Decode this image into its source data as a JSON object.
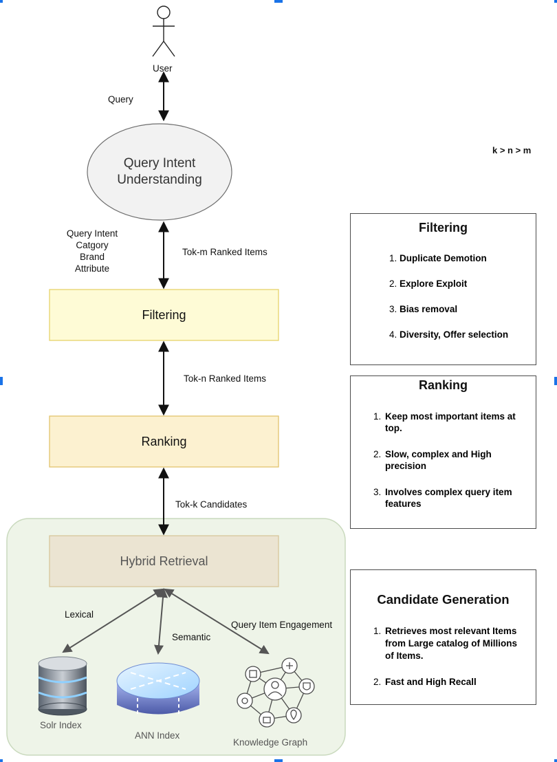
{
  "user": {
    "label": "User"
  },
  "edge_labels": {
    "query": "Query",
    "intent_lines": [
      "Query Intent",
      "Catgory",
      "Brand",
      "Attribute"
    ],
    "tok_m": "Tok-m Ranked Items",
    "tok_n": "Tok-n Ranked Items",
    "tok_k": "Tok-k Candidates",
    "lexical": "Lexical",
    "semantic": "Semantic",
    "engagement": "Query Item Engagement"
  },
  "nodes": {
    "query_intent_lines": [
      "Query Intent",
      "Understanding"
    ],
    "filtering": "Filtering",
    "ranking": "Ranking",
    "hybrid_retrieval": "Hybrid Retrieval"
  },
  "sources": {
    "solr": "Solr Index",
    "ann": "ANN Index",
    "kg": "Knowledge Graph"
  },
  "inequality": "k > n > m",
  "panels": {
    "filtering": {
      "title": "Filtering",
      "items": [
        {
          "n": "1.",
          "text": "Duplicate Demotion"
        },
        {
          "n": "2.",
          "text": "Explore Exploit"
        },
        {
          "n": "3.",
          "text": "Bias removal"
        },
        {
          "n": "4.",
          "text": "Diversity, Offer selection"
        }
      ]
    },
    "ranking": {
      "title": "Ranking",
      "items": [
        {
          "n": "1.",
          "lines": [
            "Keep most important items at",
            "top."
          ]
        },
        {
          "n": "2.",
          "lines": [
            "Slow, complex and High",
            "precision"
          ]
        },
        {
          "n": "3.",
          "lines": [
            "Involves complex query item",
            "features"
          ]
        }
      ]
    },
    "candidate": {
      "title": "Candidate Generation",
      "items": [
        {
          "n": "1.",
          "lines": [
            "Retrieves most relevant Items",
            "from Large catalog of Millions",
            "of Items."
          ]
        },
        {
          "n": "2.",
          "lines": [
            "Fast and High Recall"
          ]
        }
      ]
    }
  },
  "colors": {
    "filter_fill": "#fefbd6",
    "filter_stroke": "#e6d36a",
    "rank_fill": "#fcf1d0",
    "rank_stroke": "#e2c36c",
    "hybrid_fill": "#ebe4d2",
    "hybrid_stroke": "#d7c59a",
    "group_fill": "#eef4e8",
    "group_stroke": "#c9d9bd",
    "ellipse_fill": "#f2f2f2",
    "ellipse_stroke": "#6d6d6d",
    "edge_mark": "#1a73e8"
  }
}
